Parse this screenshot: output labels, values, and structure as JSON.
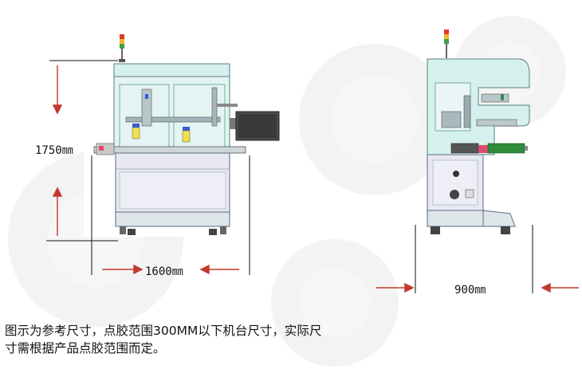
{
  "dimensions": {
    "height": "1750㎜",
    "width_front": "1600㎜",
    "width_side": "900㎜"
  },
  "caption": {
    "line1": "图示为参考尺寸，点胶范围300MM以下机台尺寸，实际尺",
    "line2": "寸需根据产品点胶范围而定。"
  },
  "colors": {
    "frame_mint": "#d6f0ee",
    "frame_outline": "#5a7f80",
    "cabinet": "#e8e8f2",
    "arrow_red": "#c0392b",
    "monitor": "#4a4a4a",
    "cylinder_green": "#2e8b3a",
    "rail_pink": "#e04b6a"
  },
  "icons": [
    "signal-tower-icon",
    "gear-watermark"
  ]
}
